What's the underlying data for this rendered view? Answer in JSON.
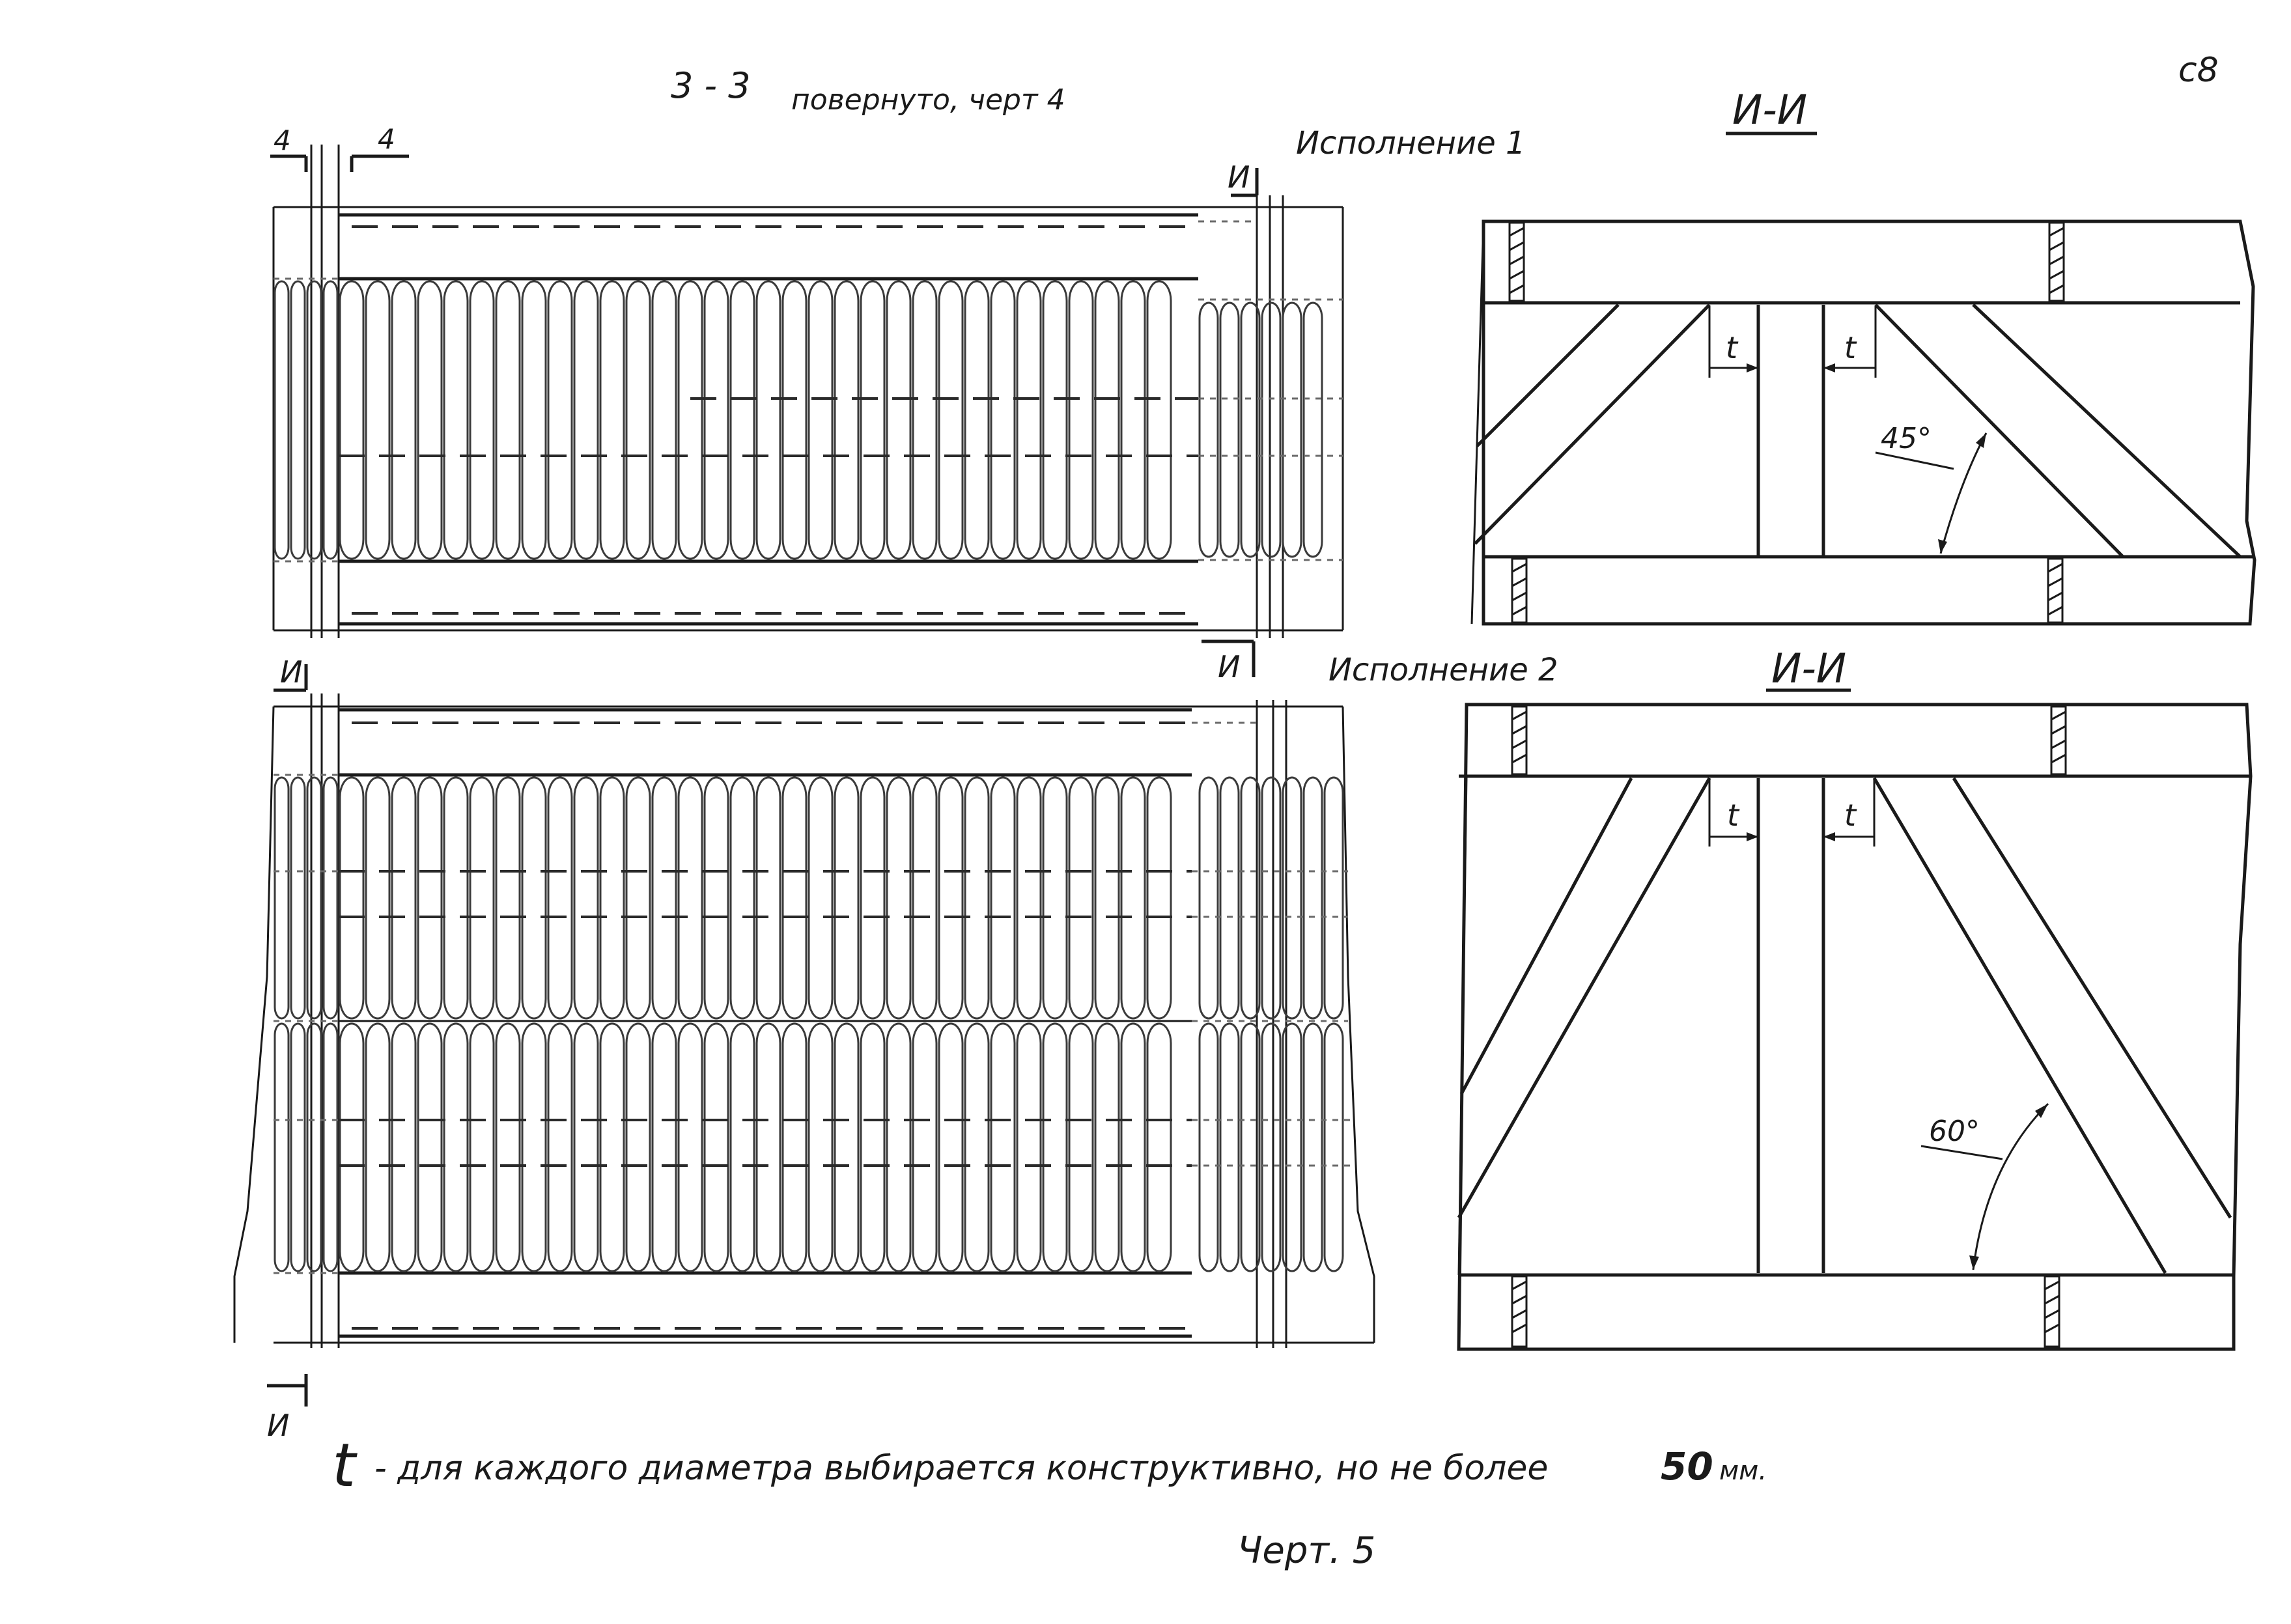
{
  "page_number": "c8",
  "section_title": "3 - 3",
  "section_note": "повернуто, черт 4",
  "section_mark_4": "4",
  "variant1": {
    "label": "Исполнение 1",
    "section_label": "И-И",
    "angle": "45°",
    "dim": "t"
  },
  "variant2": {
    "label": "Исполнение 2",
    "section_label": "И-И",
    "angle": "60°",
    "dim": "t"
  },
  "cut_mark": "И",
  "note": {
    "symbol": "t",
    "text": "- для каждого диаметра выбирается конструктивно, но не более",
    "value": "50",
    "unit": "мм."
  },
  "caption": "Черт. 5"
}
